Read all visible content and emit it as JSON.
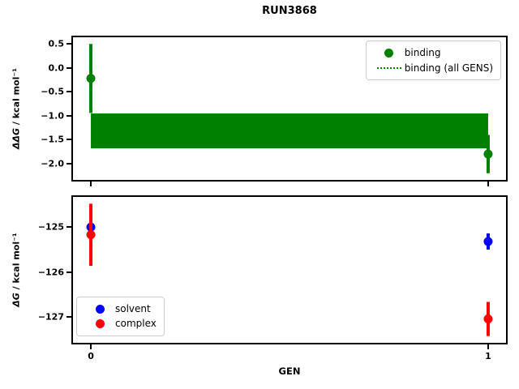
{
  "title": "RUN3868",
  "xlabel": "GEN",
  "chart_data": [
    {
      "type": "scatter",
      "ylabel_symbol": "ΔΔG",
      "ylabel_rest": " / kcal mol⁻¹",
      "xlim": [
        -0.045,
        1.045
      ],
      "ylim": [
        -2.34,
        0.64
      ],
      "grid": false,
      "xticks": [
        0,
        1
      ],
      "xtick_labels": null,
      "yticks": [
        0.5,
        0.0,
        -0.5,
        -1.0,
        -1.5,
        -2.0
      ],
      "ytick_labels": [
        "0.5",
        "0.0",
        "−0.5",
        "−1.0",
        "−1.5",
        "−2.0"
      ],
      "band": {
        "label": "binding (all GENS)",
        "color": "#008000",
        "x0": 0,
        "x1": 1,
        "y_top": -0.95,
        "y_bottom": -1.68,
        "center": -1.32,
        "error": 0.37
      },
      "series": [
        {
          "name": "binding",
          "color": "#008000",
          "x": [
            0,
            1
          ],
          "y": [
            -0.22,
            -1.8
          ],
          "yerr": [
            0.72,
            0.4
          ]
        }
      ],
      "legend": {
        "position": "upper right",
        "entries": [
          {
            "label": "binding",
            "marker": "dot",
            "color": "#008000"
          },
          {
            "label": "binding (all GENS)",
            "marker": "dotted-line",
            "color": "#008000"
          }
        ]
      }
    },
    {
      "type": "scatter",
      "ylabel_symbol": "ΔG",
      "ylabel_rest": " / kcal mol⁻¹",
      "xlim": [
        -0.045,
        1.045
      ],
      "ylim": [
        -127.57,
        -124.33
      ],
      "grid": false,
      "xticks": [
        0,
        1
      ],
      "xtick_labels": [
        "0",
        "1"
      ],
      "yticks": [
        -125,
        -126,
        -127
      ],
      "ytick_labels": [
        "−125",
        "−126",
        "−127"
      ],
      "band": null,
      "series": [
        {
          "name": "solvent",
          "color": "#0000ff",
          "x": [
            0,
            1
          ],
          "y": [
            -125.0,
            -125.32
          ],
          "yerr": [
            0.15,
            0.18
          ]
        },
        {
          "name": "complex",
          "color": "#ff0000",
          "x": [
            0,
            1
          ],
          "y": [
            -125.17,
            -127.04
          ],
          "yerr": [
            0.69,
            0.38
          ]
        }
      ],
      "legend": {
        "position": "lower left",
        "entries": [
          {
            "label": "solvent",
            "marker": "dot",
            "color": "#0000ff"
          },
          {
            "label": "complex",
            "marker": "dot",
            "color": "#ff0000"
          }
        ]
      }
    }
  ]
}
